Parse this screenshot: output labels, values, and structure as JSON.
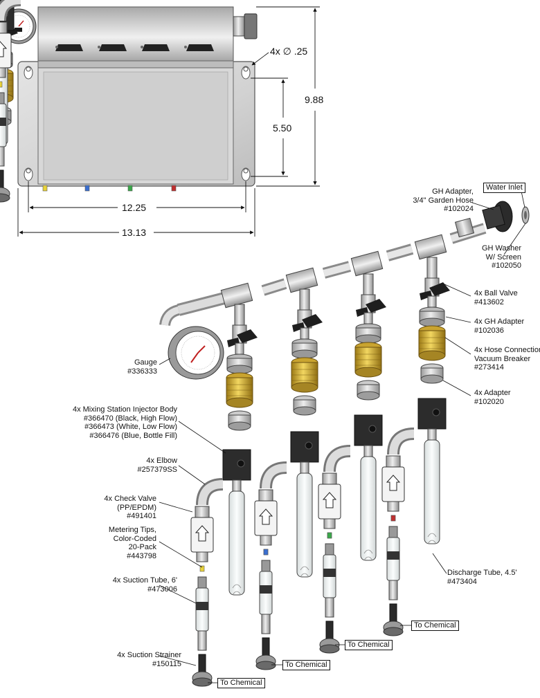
{
  "dimensions": {
    "holes": "4x ∅ .25",
    "height_total": "9.88",
    "height_inner": "5.50",
    "width_inner": "12.25",
    "width_total": "13.13"
  },
  "labels": {
    "gh_adapter": [
      "GH Adapter,",
      "3/4\" Garden Hose",
      "#102024"
    ],
    "water_inlet": "Water Inlet",
    "gh_washer": [
      "GH Washer",
      "W/ Screen",
      "#102050"
    ],
    "ball_valve": [
      "4x Ball Valve",
      "#413602"
    ],
    "gh_adapter_4x": [
      "4x GH Adapter",
      "#102036"
    ],
    "vacuum_breaker": [
      "4x Hose Connection",
      "Vacuum Breaker",
      "#273414"
    ],
    "adapter": [
      "4x Adapter",
      "#102020"
    ],
    "gauge": [
      "Gauge",
      "#336333"
    ],
    "injector_body": [
      "4x Mixing Station Injector Body",
      "#366470 (Black, High Flow)",
      "#366473 (White, Low Flow)",
      "#366476 (Blue, Bottle Fill)"
    ],
    "elbow": [
      "4x Elbow",
      "#257379SS"
    ],
    "check_valve": [
      "4x Check Valve",
      "(PP/EPDM)",
      "#491401"
    ],
    "metering_tips": [
      "Metering Tips,",
      "Color-Coded",
      "20-Pack",
      "#443798"
    ],
    "suction_tube": [
      "4x Suction Tube, 6'",
      "#473006"
    ],
    "suction_strainer": [
      "4x Suction Strainer",
      "#150115"
    ],
    "discharge_tube": [
      "Discharge Tube, 4.5'",
      "#473404"
    ],
    "to_chemical": [
      "To Chemical",
      "To Chemical",
      "To Chemical",
      "To Chemical"
    ]
  },
  "colors": {
    "steel": "#c9c9c9",
    "steel_dark": "#8a8a8a",
    "brass": "#d4b13c",
    "black_part": "#2a2a2a",
    "tube": "#eef2f2",
    "tip_yellow": "#e8d23a",
    "tip_blue": "#3a6fd0",
    "tip_green": "#3aa84a",
    "tip_red": "#c03030"
  }
}
